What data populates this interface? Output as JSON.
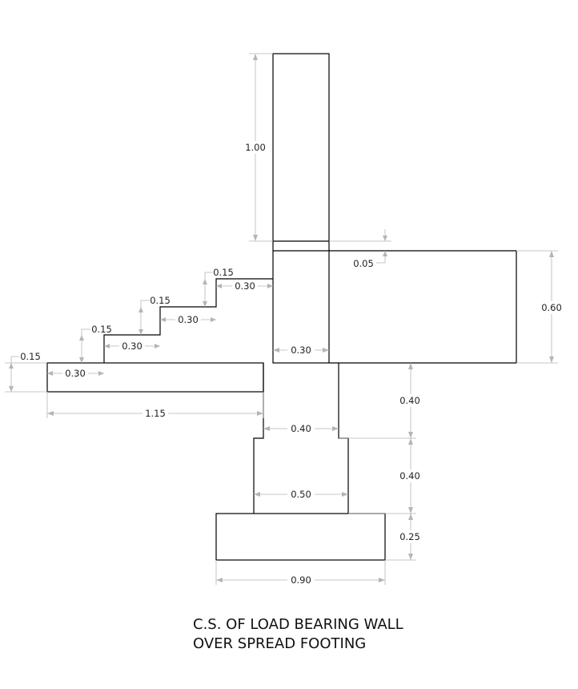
{
  "title": {
    "line1": "C.S. OF LOAD BEARING WALL",
    "line2": "OVER SPREAD FOOTING"
  },
  "dimensions": {
    "wall_height": "1.00",
    "offset_005": "0.05",
    "slab_depth": "0.60",
    "wall_width": "0.30",
    "step4_rise": "0.15",
    "step4_tread": "0.30",
    "step3_rise": "0.15",
    "step3_tread": "0.30",
    "step2_rise": "0.15",
    "step2_tread": "0.30",
    "step1_rise": "0.15",
    "step1_tread": "0.30",
    "landing_length": "1.15",
    "pedestal_upper_width": "0.40",
    "pedestal_upper_height": "0.40",
    "pedestal_lower_width": "0.50",
    "pedestal_lower_height": "0.40",
    "footing_width": "0.90",
    "footing_depth": "0.25"
  },
  "colors": {
    "object_line": "#000000",
    "dimension_line": "#b5b5b5"
  }
}
